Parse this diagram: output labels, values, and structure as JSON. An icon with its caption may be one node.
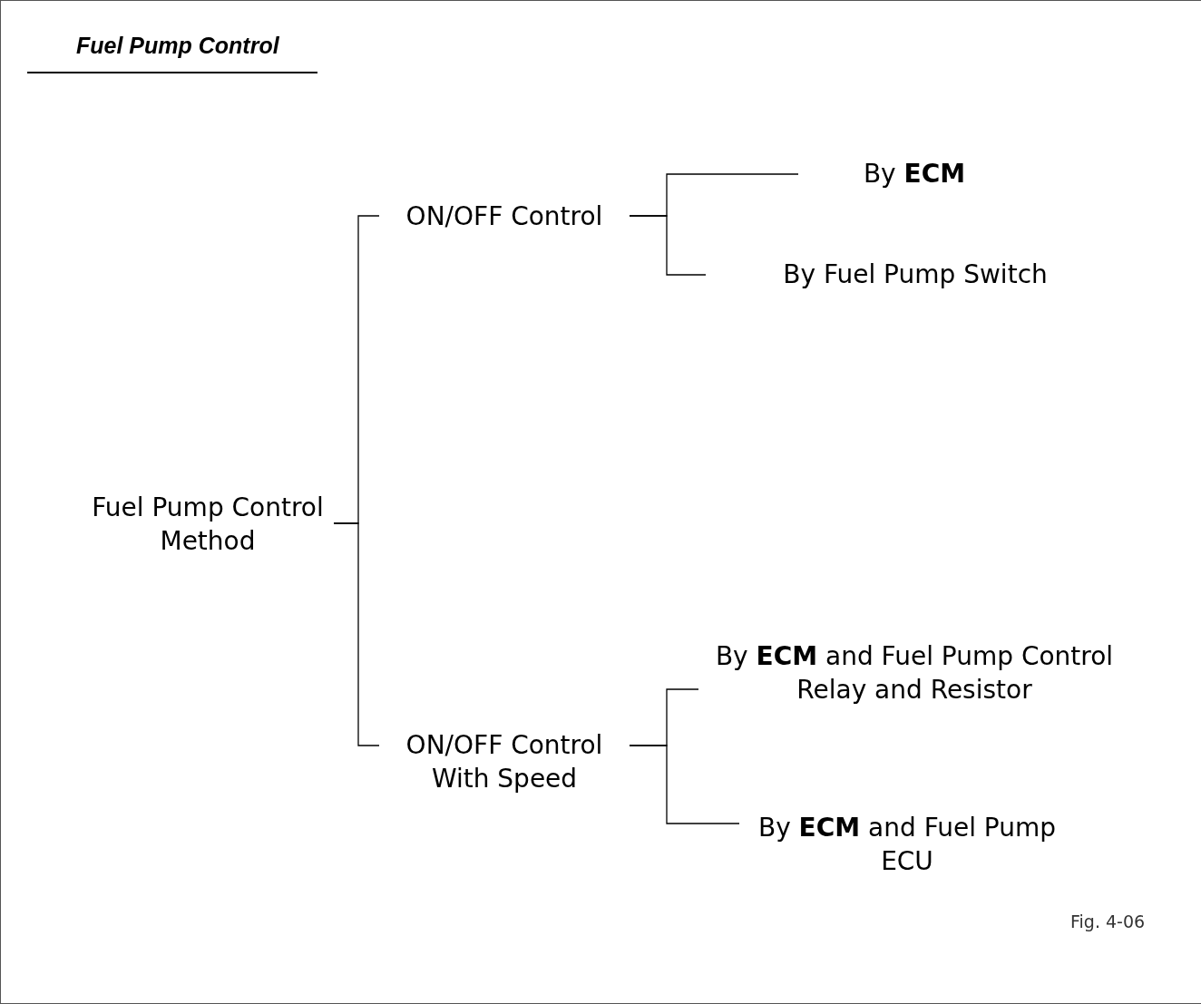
{
  "diagram": {
    "title": "Fuel Pump Control",
    "caption": "Fig. 4-06",
    "nodes": [
      {
        "text": [
          "Fuel Pump Control Method"
        ]
      },
      {
        "text": [
          "ON/OFF Control"
        ]
      },
      {
        "text": [
          "ON/OFF Control With Speed"
        ]
      },
      {
        "text": [
          "By **ECM**"
        ]
      },
      {
        "text": [
          "By Fuel Pump Switch"
        ]
      },
      {
        "text": [
          "By **ECM** and Fuel Pump Control Relay and Resistor"
        ]
      },
      {
        "text": [
          "By **ECM** and Fuel Pump ECU"
        ]
      }
    ],
    "edges": [
      {
        "from": 0,
        "to": 1,
        "arrow": "none"
      },
      {
        "from": 0,
        "to": 2,
        "arrow": "none"
      },
      {
        "from": 1,
        "to": 3,
        "arrow": "none"
      },
      {
        "from": 1,
        "to": 4,
        "arrow": "none"
      },
      {
        "from": 2,
        "to": 5,
        "arrow": "none"
      },
      {
        "from": 2,
        "to": 6,
        "arrow": "none"
      }
    ]
  }
}
